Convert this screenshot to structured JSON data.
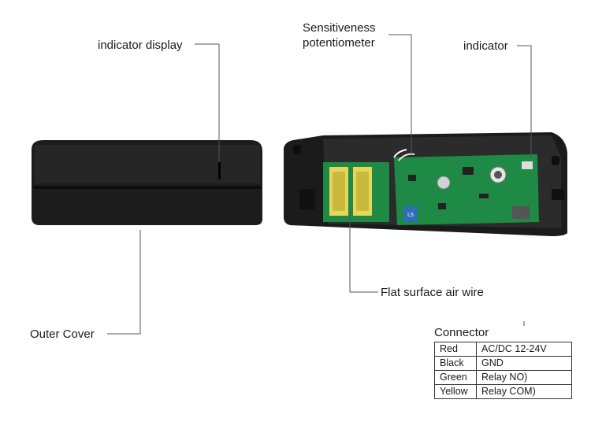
{
  "labels": {
    "indicator_display": "indicator display",
    "sensitiveness_line1": "Sensitiveness",
    "sensitiveness_line2": "potentiometer",
    "indicator": "indicator",
    "flat_surface": "Flat surface air wire",
    "outer_cover": "Outer Cover",
    "connector_title": "Connector"
  },
  "connector_rows": [
    {
      "wire": "Red",
      "function": "AC/DC 12-24V"
    },
    {
      "wire": "Black",
      "function": "GND"
    },
    {
      "wire": "Green",
      "function": "Relay NO)"
    },
    {
      "wire": "Yellow",
      "function": "Relay COM)"
    }
  ],
  "board_mark": "L5"
}
